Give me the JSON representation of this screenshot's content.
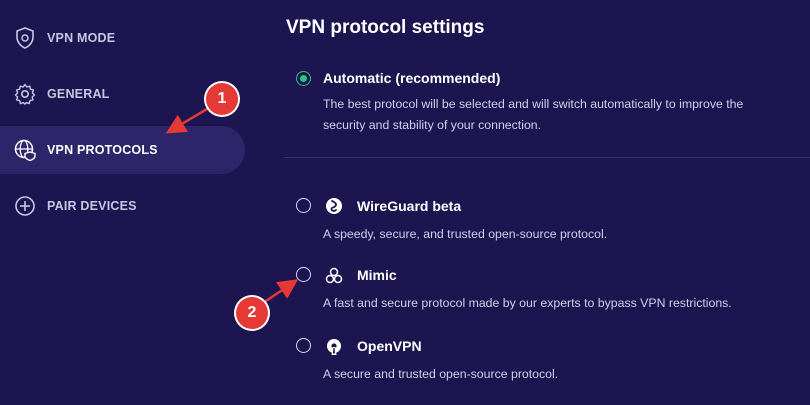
{
  "sidebar": {
    "items": [
      {
        "label": "VPN MODE",
        "icon": "shield-gear-icon"
      },
      {
        "label": "GENERAL",
        "icon": "gear-icon"
      },
      {
        "label": "VPN PROTOCOLS",
        "icon": "globe-shield-icon",
        "active": true
      },
      {
        "label": "PAIR DEVICES",
        "icon": "plus-circle-icon"
      }
    ]
  },
  "main": {
    "title": "VPN protocol settings",
    "options": [
      {
        "name": "Automatic (recommended)",
        "selected": true,
        "desc_line1": "The best protocol will be selected and will switch automatically to improve the",
        "desc_line2": "security and stability of your connection."
      },
      {
        "name": "WireGuard beta",
        "selected": false,
        "icon": "wireguard-icon",
        "desc_line1": "A speedy, secure, and trusted open-source protocol."
      },
      {
        "name": "Mimic",
        "selected": false,
        "icon": "mimic-icon",
        "desc_line1": "A fast and secure protocol made by our experts to bypass VPN restrictions."
      },
      {
        "name": "OpenVPN",
        "selected": false,
        "icon": "openvpn-icon",
        "desc_line1": "A secure and trusted open-source protocol."
      }
    ]
  },
  "annotations": [
    {
      "number": "1",
      "color": "#e53935"
    },
    {
      "number": "2",
      "color": "#e53935"
    }
  ],
  "colors": {
    "background": "#1c1550",
    "active_item": "#2c2569",
    "selected_radio": "#27c67a",
    "annotation": "#e53935"
  }
}
